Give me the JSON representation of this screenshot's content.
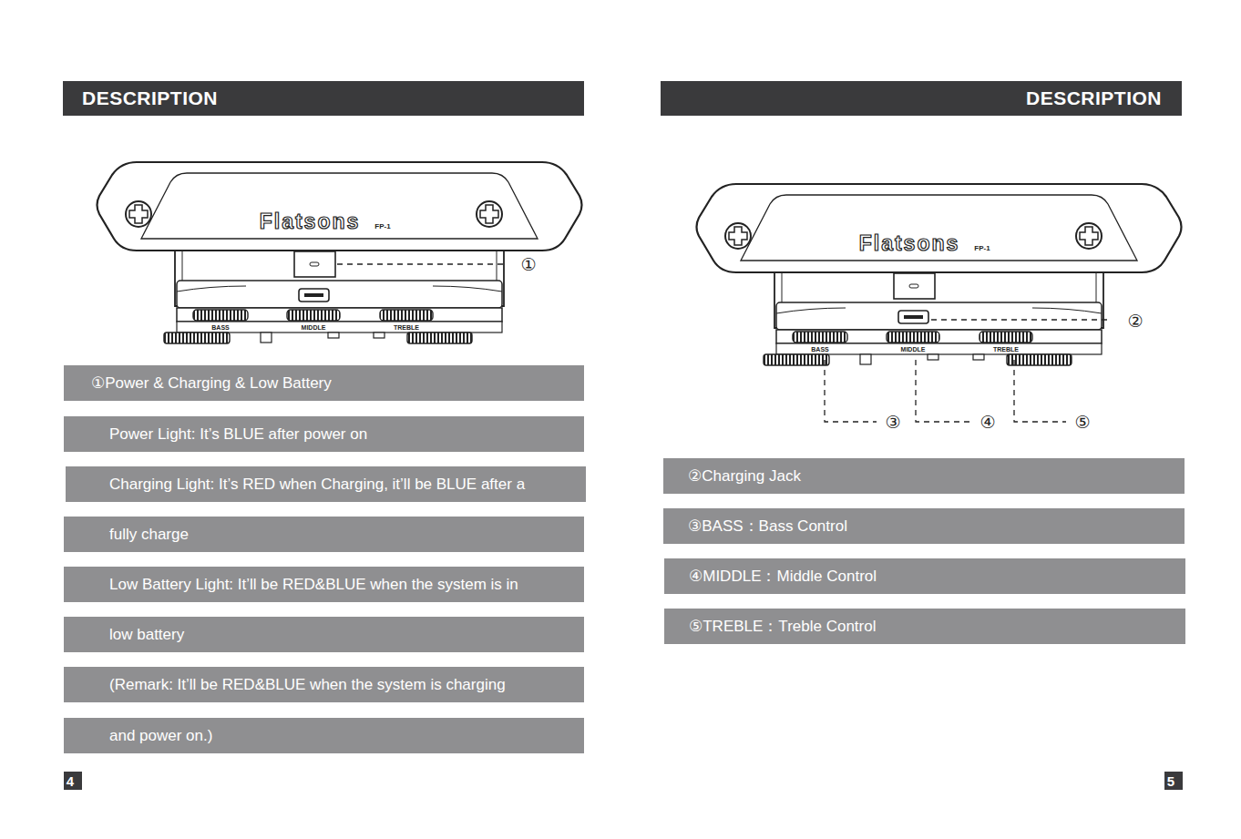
{
  "diagram": {
    "nodes": [
      {
        "text": [
          "DESCRIPTION"
        ]
      },
      {
        "text": [
          "①Power & Charging & Low Battery"
        ]
      },
      {
        "text": [
          "Power Light: It’s BLUE after power on"
        ]
      },
      {
        "text": [
          "Charging Light: It’s RED when Charging, it’ll be BLUE after a"
        ]
      },
      {
        "text": [
          "fully charge"
        ]
      },
      {
        "text": [
          "Low Battery Light: It’ll be RED&BLUE when the system is in"
        ]
      },
      {
        "text": [
          "low battery"
        ]
      },
      {
        "text": [
          "(Remark: It’ll be RED&BLUE when the system is charging"
        ]
      },
      {
        "text": [
          "and power on.)"
        ]
      },
      {
        "text": [
          "4"
        ]
      },
      {
        "text": [
          "DESCRIPTION"
        ]
      },
      {
        "text": [
          "②Charging Jack"
        ]
      },
      {
        "text": [
          "③BASS：Bass Control"
        ]
      },
      {
        "text": [
          "④MIDDLE：Middle Control"
        ]
      },
      {
        "text": [
          "⑤TREBLE：Treble Control"
        ]
      },
      {
        "text": [
          "5"
        ]
      }
    ],
    "labels": [
      "Flatsons",
      "FP-1",
      "BASS",
      "MIDDLE",
      "TREBLE",
      "①",
      "Flatsons",
      "FP-1",
      "BASS",
      "MIDDLE",
      "TREBLE",
      "②",
      "③",
      "④",
      "⑤"
    ]
  }
}
